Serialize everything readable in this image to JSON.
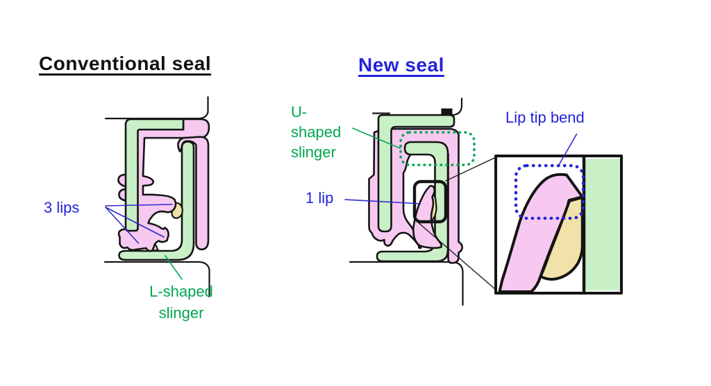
{
  "palette": {
    "pink": "#F8C9F0",
    "green": "#C9EFC7",
    "tan": "#F0E2A8",
    "outline": "#141414",
    "blue_text": "#2323DC",
    "green_text": "#00A651",
    "blue_line": "#2A2ACC",
    "black_text": "#111111"
  },
  "titles": {
    "conventional": "Conventional seal",
    "new": "New seal"
  },
  "labels": {
    "three_lips": "3 lips",
    "l_shaped_slinger": "L-shaped\nslinger",
    "u_shaped_slinger": "U-\nshaped\nslinger",
    "one_lip": "1 lip",
    "lip_tip_bend": "Lip tip bend"
  }
}
